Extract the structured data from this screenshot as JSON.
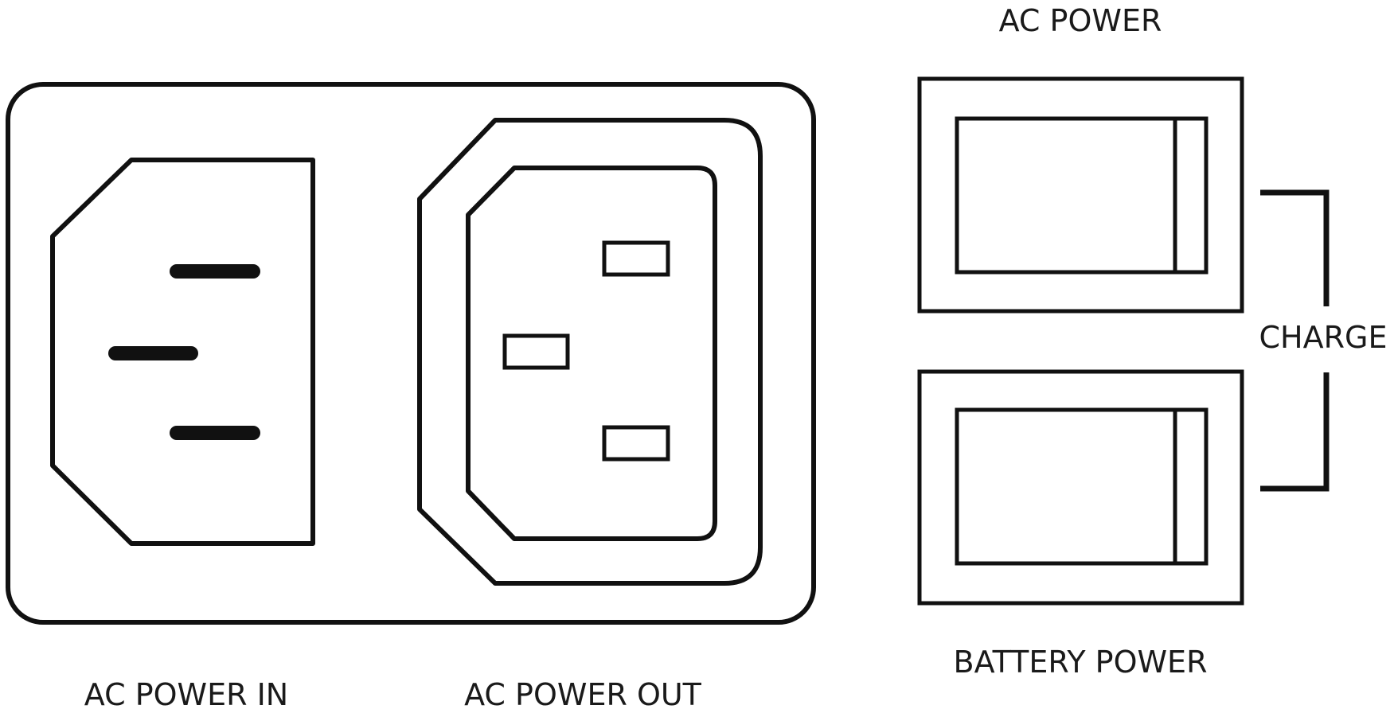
{
  "labels": {
    "ac_power": "AC POWER",
    "charge": "CHARGE",
    "battery_power": "BATTERY POWER",
    "ac_power_in": "AC POWER IN",
    "ac_power_out": "AC POWER OUT"
  },
  "colors": {
    "stroke": "#111111",
    "text": "#1a1a1a",
    "background": "#ffffff"
  }
}
